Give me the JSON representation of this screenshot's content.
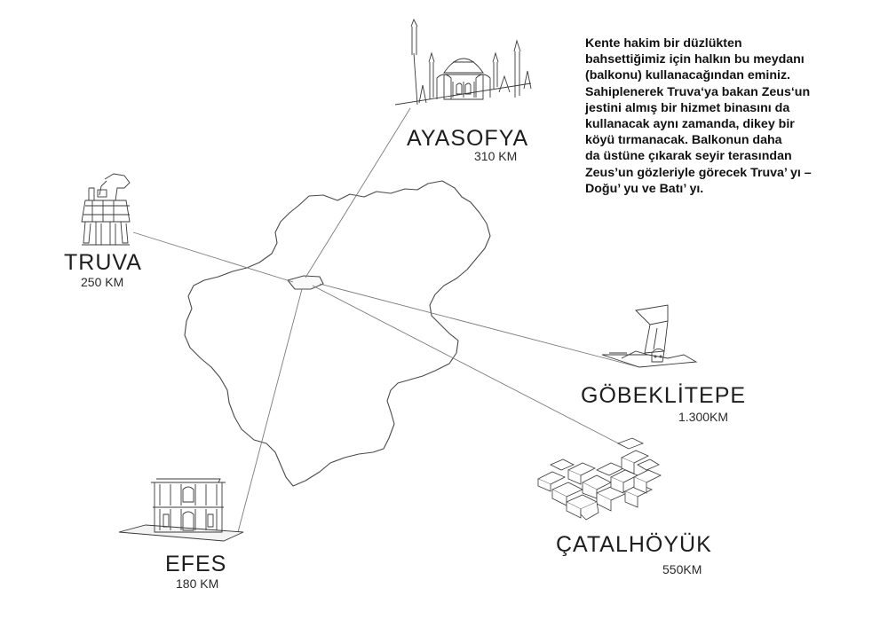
{
  "description": {
    "lines": [
      "Kente hakim bir düzlükten",
      "bahsettiğimiz için halkın bu meydanı",
      "(balkonu) kullanacağından eminiz.",
      "Sahiplenerek Truva‘ya bakan Zeus‘un",
      "jestini almış bir hizmet binasını da",
      "kullanacak aynı zamanda, dikey bir",
      "köyü tırmanacak. Balkonun daha",
      "da üstüne çıkarak seyir terasından",
      "Zeus’un gözleriyle görecek Truva’ yı –",
      "Doğu’ yu ve Batı’ yı."
    ]
  },
  "sites": {
    "ayasofya": {
      "name": "AYASOFYA",
      "distance": "310 KM",
      "icon": "hagia-sophia-icon"
    },
    "truva": {
      "name": "TRUVA",
      "distance": "250 KM",
      "icon": "trojan-horse-icon"
    },
    "gobeklitepe": {
      "name": "GÖBEKLİTEPE",
      "distance": "1.300KM",
      "icon": "gobeklitepe-icon"
    },
    "catalhoyuk": {
      "name": "ÇATALHÖYÜK",
      "distance": "550KM",
      "icon": "catalhoyuk-icon"
    },
    "efes": {
      "name": "EFES",
      "distance": "180 KM",
      "icon": "library-of-celsus-icon"
    }
  },
  "colors": {
    "outline": "#4a4a4a",
    "line": "#7a7a7a"
  }
}
